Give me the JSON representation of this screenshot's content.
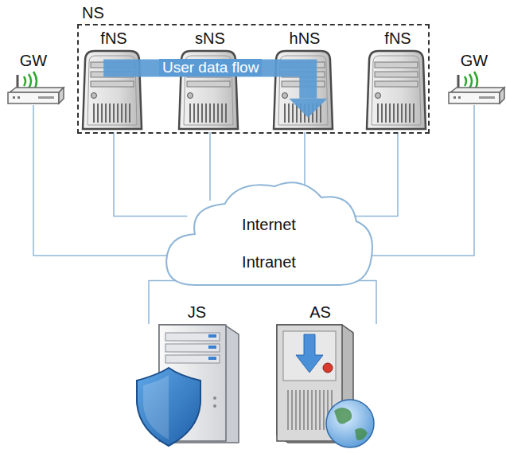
{
  "diagram": {
    "nodes": [
      {
        "text": [
          "NS"
        ]
      },
      {
        "text": [
          "fNS"
        ],
        "in": 0
      },
      {
        "text": [
          "sNS"
        ],
        "in": 0
      },
      {
        "text": [
          "hNS"
        ],
        "in": 0
      },
      {
        "text": [
          "fNS"
        ],
        "in": 0
      },
      {
        "text": [
          "GW"
        ]
      },
      {
        "text": [
          "GW"
        ]
      },
      {
        "text": [
          "Internet",
          "Intranet"
        ]
      },
      {
        "text": [
          "JS"
        ]
      },
      {
        "text": [
          "AS"
        ]
      }
    ],
    "edges": [
      {
        "from": 1,
        "to": 3,
        "label": "User data flow",
        "arrow": "to"
      },
      {
        "from": 5,
        "to": 7,
        "arrow": "none"
      },
      {
        "from": 1,
        "to": 7,
        "arrow": "none"
      },
      {
        "from": 2,
        "to": 7,
        "arrow": "none"
      },
      {
        "from": 3,
        "to": 7,
        "arrow": "none"
      },
      {
        "from": 4,
        "to": 7,
        "arrow": "none"
      },
      {
        "from": 6,
        "to": 7,
        "arrow": "none"
      },
      {
        "from": 8,
        "to": 7,
        "arrow": "none"
      },
      {
        "from": 9,
        "to": 7,
        "arrow": "none"
      }
    ]
  }
}
